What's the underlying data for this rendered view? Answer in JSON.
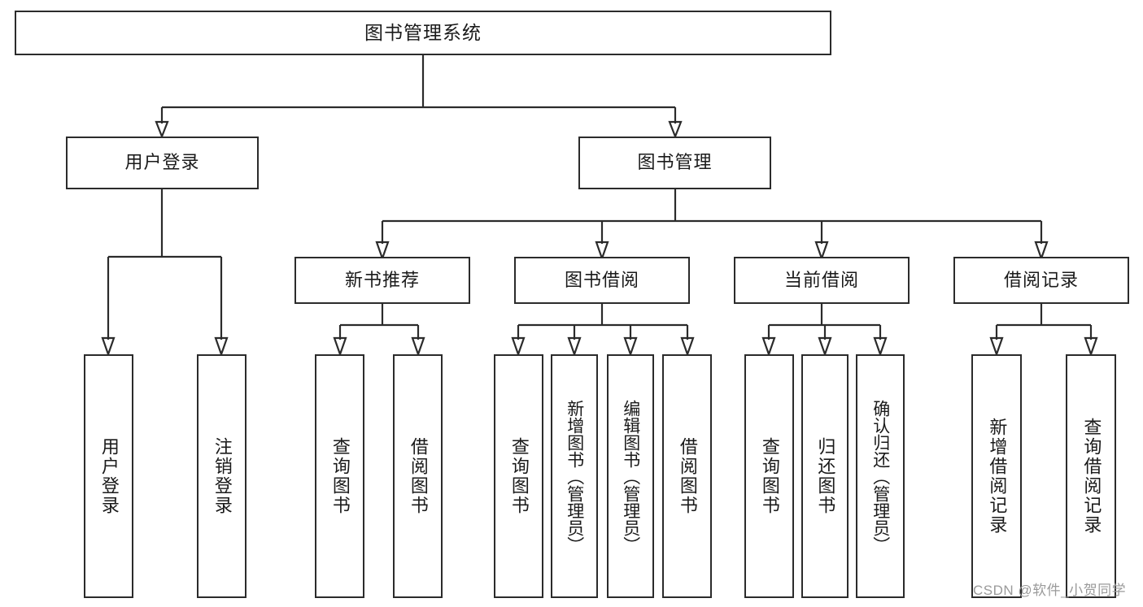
{
  "diagram": {
    "type": "tree-hierarchy-chart",
    "title": "图书管理系统",
    "root": {
      "label": "图书管理系统"
    },
    "level2": [
      {
        "label": "用户登录"
      },
      {
        "label": "图书管理"
      }
    ],
    "level3": [
      {
        "label": "新书推荐"
      },
      {
        "label": "图书借阅"
      },
      {
        "label": "当前借阅"
      },
      {
        "label": "借阅记录"
      }
    ],
    "leaves": {
      "user_login": [
        {
          "label": "用户登录"
        },
        {
          "label": "注销登录"
        }
      ],
      "new_book_recommend": [
        {
          "label": "查询图书"
        },
        {
          "label": "借阅图书"
        }
      ],
      "book_borrow": [
        {
          "label": "查询图书"
        },
        {
          "label": "新增图书（管理员）"
        },
        {
          "label": "编辑图书（管理员）"
        },
        {
          "label": "借阅图书"
        }
      ],
      "current_borrow": [
        {
          "label": "查询图书"
        },
        {
          "label": "归还图书"
        },
        {
          "label": "确认归还（管理员）"
        }
      ],
      "borrow_records": [
        {
          "label": "新增借阅记录"
        },
        {
          "label": "查询借阅记录"
        }
      ]
    }
  },
  "watermark": {
    "text": "CSDN @软件_小贺同学"
  },
  "colors": {
    "stroke": "#2b2b2b",
    "text": "#1a1a1a",
    "background": "#ffffff",
    "watermark": "#9a9a9a"
  }
}
